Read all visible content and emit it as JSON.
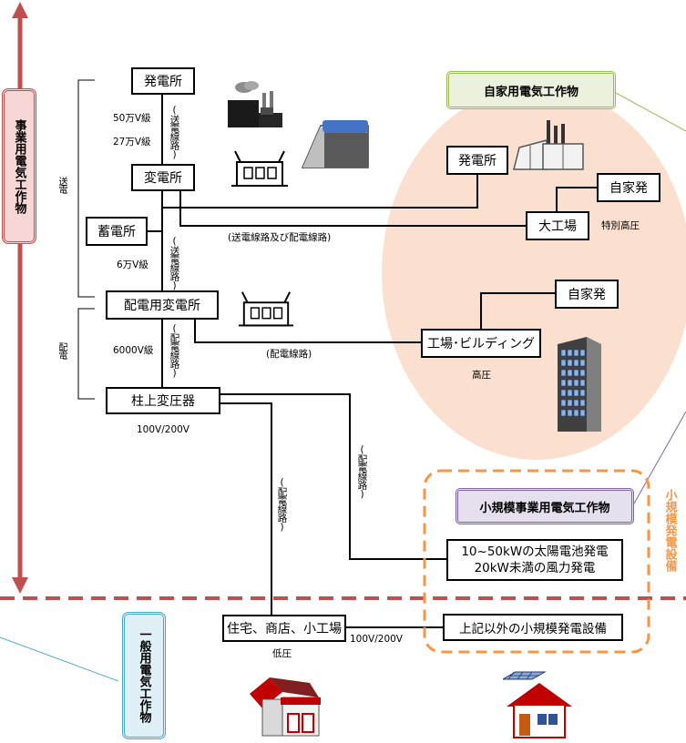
{
  "nodes": {
    "hatsudensho": "発電所",
    "hendensho": "変電所",
    "chikudensho": "蓄電所",
    "haiden_hendensho": "配電用変電所",
    "chujo_hen_atsuki": "柱上変圧器",
    "jutaku": "住宅、商店、小工場",
    "jika_hatsudensho": "発電所",
    "jikahatsu1": "自家発",
    "daikojo": "大工場",
    "jikahatsu2": "自家発",
    "kojo_building": "工場･ビルディング",
    "solar_line1": "10~50kWの太陽電池発電",
    "solar_line2": "20kW未満の風力発電",
    "other_small": "上記以外の小規模発電設備"
  },
  "labels": {
    "v500k": "50万V級",
    "v270k": "27万V級",
    "v60k": "6万V級",
    "v6000": "6000V級",
    "v100_200_a": "100V/200V",
    "v100_200_b": "100V/200V",
    "tokubetsu_koatsu": "特別高圧",
    "koatsu": "高圧",
    "teiatsu": "低圧",
    "soden_line1": "(送電線路)",
    "soden_line2": "(送電線路)",
    "soden_haiden": "(送電線路及び配電線路)",
    "haiden_line_v1": "(配電線路)",
    "haiden_line_h": "(配電線路)",
    "haiden_line_v2": "(配電線路)",
    "haiden_line_v3": "(配電線路)",
    "soden": "送電",
    "haiden": "配電"
  },
  "categories": {
    "jigyoyo": "事業用電気工作物",
    "ippan": "一般用電気工作物",
    "jikayo": "自家用電気工作物",
    "shokibo_jigyo": "小規模事業用電気工作物",
    "shokibo_hatsuden": "小規模発電設備"
  },
  "colors": {
    "jigyoyo": "#c0504d",
    "ippan": "#4bacc6",
    "jikayo": "#9bbb59",
    "shokibo": "#f79646",
    "shokibo_jigyo_border": "#8064a2",
    "jikayo_zone": "#fbe0cf"
  },
  "icons": [
    "power-plant-icon",
    "dam-icon",
    "substation-icon",
    "thermal-plant-icon",
    "building-icon",
    "shop-icon",
    "house-solar-icon"
  ]
}
